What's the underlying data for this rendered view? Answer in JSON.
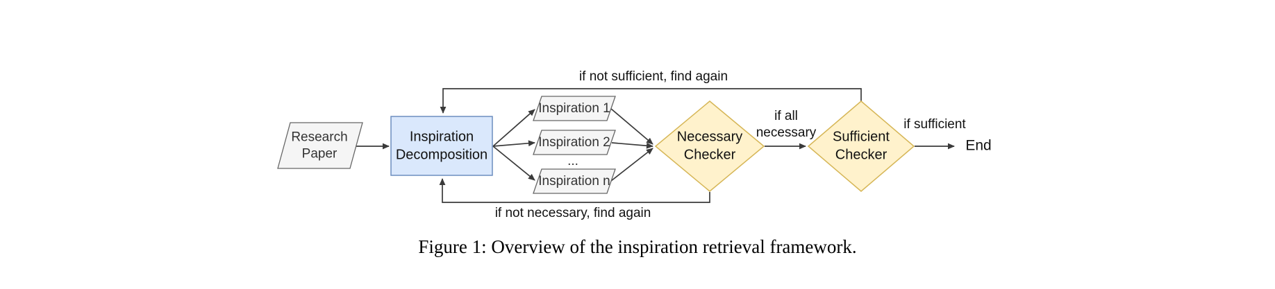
{
  "figure": {
    "caption": "Figure 1: Overview of the inspiration retrieval framework."
  },
  "colors": {
    "process_fill": "#dae8fc",
    "process_stroke": "#6c8ebf",
    "data_fill": "#f5f5f5",
    "data_stroke": "#666666",
    "decision_fill": "#fff2cc",
    "decision_stroke": "#d6b656",
    "connector": "#3a3a3a",
    "label_text": "#111111",
    "data_text": "#333333"
  },
  "nodes": {
    "research_paper": {
      "label": "Research Paper",
      "shape": "parallelogram"
    },
    "inspiration_decomposition": {
      "label": "Inspiration Decomposition",
      "shape": "rectangle"
    },
    "inspiration_1": {
      "label": "Inspiration 1",
      "shape": "parallelogram"
    },
    "inspiration_2": {
      "label": "Inspiration 2",
      "shape": "parallelogram"
    },
    "ellipsis": "...",
    "inspiration_n": {
      "label": "Inspiration n",
      "shape": "parallelogram"
    },
    "necessary_checker": {
      "label": "Necessary Checker",
      "shape": "diamond"
    },
    "sufficient_checker": {
      "label": "Sufficient Checker",
      "shape": "diamond"
    },
    "end": {
      "label": "End"
    }
  },
  "edge_labels": {
    "not_sufficient_loop": "if not sufficient, find again",
    "not_necessary_loop": "if not necessary, find again",
    "all_necessary": "if all necessary",
    "sufficient": "if sufficient"
  }
}
